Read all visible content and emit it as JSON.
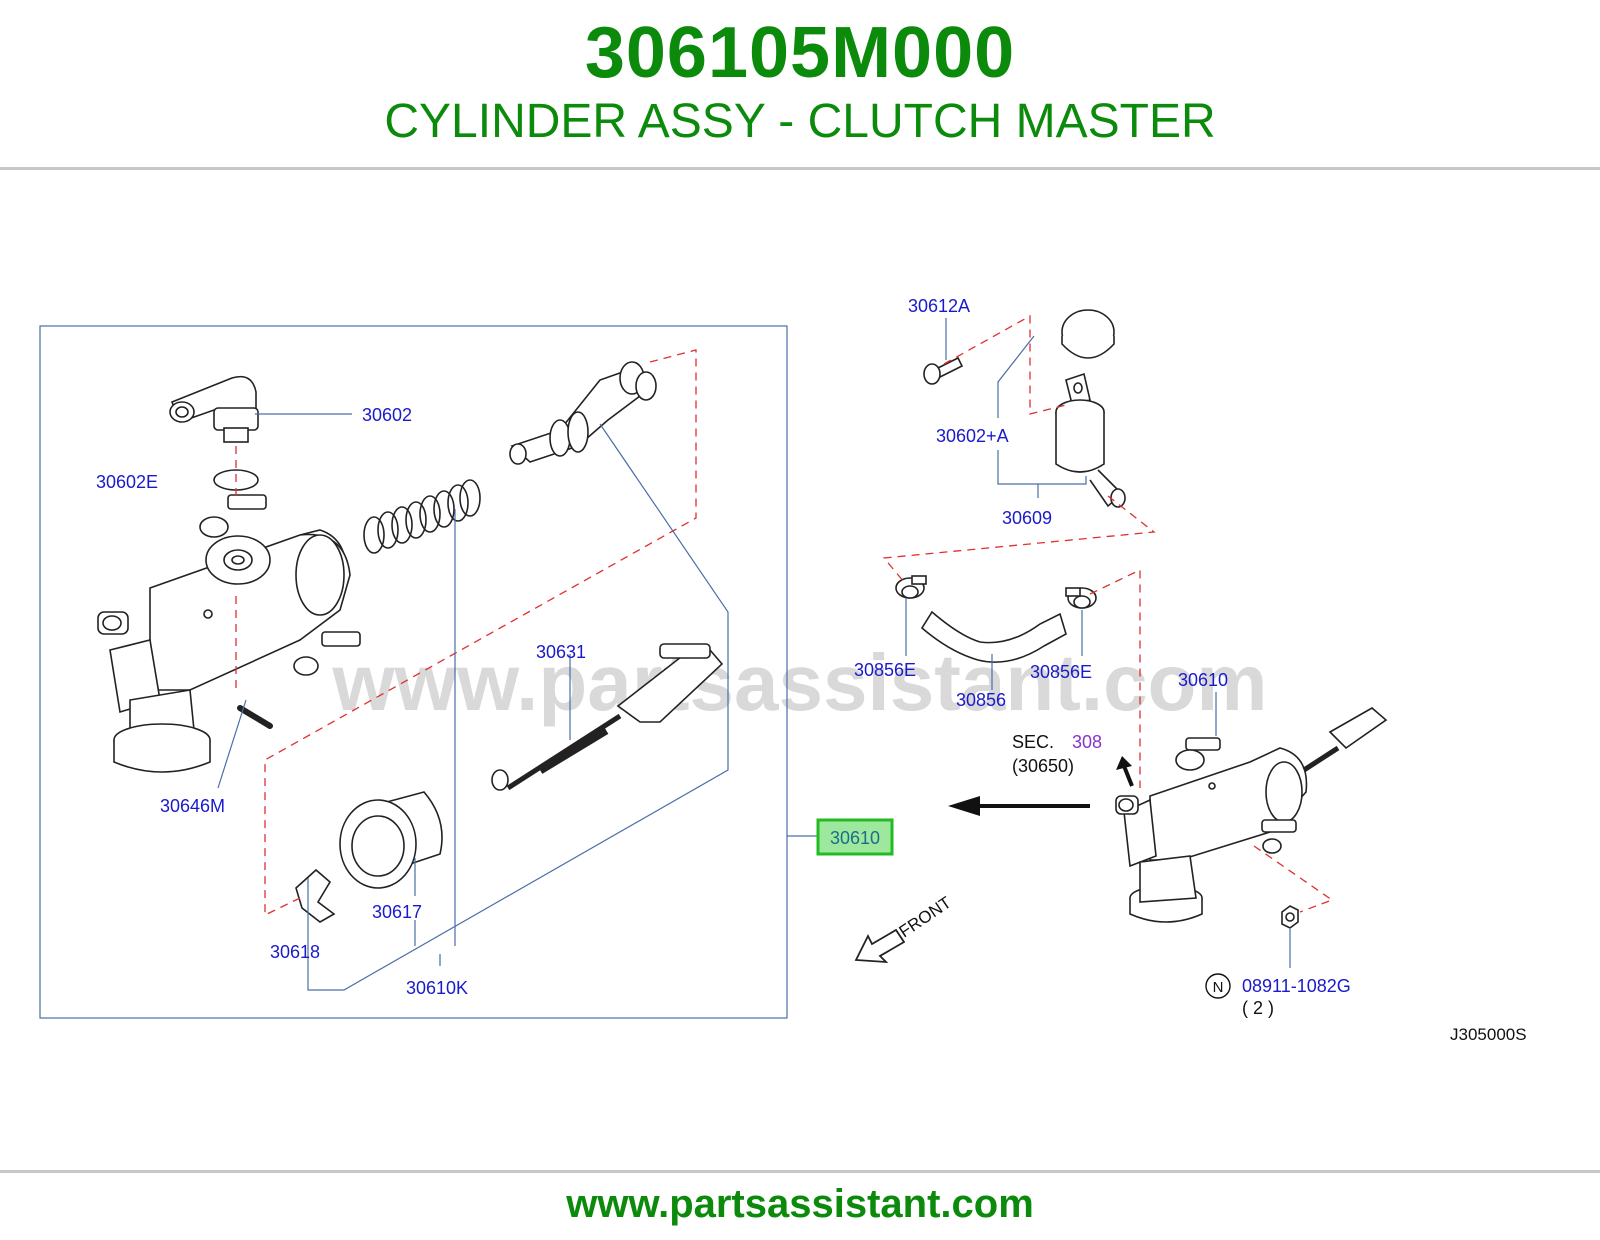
{
  "header": {
    "part_number": "306105M000",
    "title": "CYLINDER ASSY - CLUTCH MASTER"
  },
  "diagram": {
    "watermark": "www.partsassistant.com",
    "callouts": {
      "c30602": "30602",
      "c30602E": "30602E",
      "c30646M": "30646M",
      "c30631": "30631",
      "c30617": "30617",
      "c30618": "30618",
      "c30610K": "30610K",
      "c30610_box": "30610",
      "c30612A": "30612A",
      "c30602A": "30602+A",
      "c30609": "30609",
      "c30856E_left": "30856E",
      "c30856E_right": "30856E",
      "c30856": "30856",
      "c30610_right": "30610",
      "sec_label": "SEC.",
      "sec_number": "308",
      "sec_ref": "(30650)",
      "n_symbol": "N",
      "c08911": "08911-1082G",
      "qty": "( 2 )",
      "front": "FRONT",
      "figure_code": "J305000S"
    },
    "colors": {
      "callout_text": "#1a1acc",
      "leader_line": "#4a6ea8",
      "dashed_line": "#e03030",
      "frame": "#4a6ea8",
      "highlight_fill": "#9ee89e",
      "highlight_border": "#22bb22",
      "sec_number": "#8833cc",
      "watermark": "#d9d9d9",
      "brand_green": "#0b8a0b"
    }
  },
  "footer": {
    "url": "www.partsassistant.com"
  }
}
